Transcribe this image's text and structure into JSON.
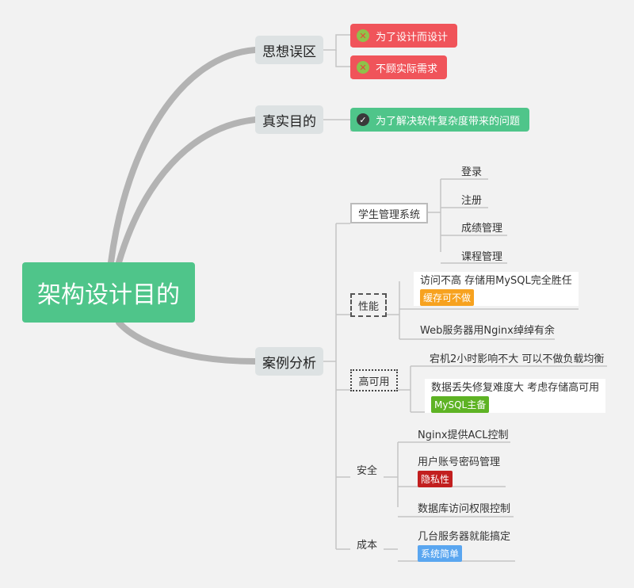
{
  "root": {
    "label": "架构设计目的"
  },
  "branches": {
    "mistakes": {
      "label": "思想误区",
      "items": [
        {
          "text": "为了设计而设计",
          "icon": "cross-icon"
        },
        {
          "text": "不顾实际需求",
          "icon": "cross-icon"
        }
      ]
    },
    "purpose": {
      "label": "真实目的",
      "items": [
        {
          "text": "为了解决软件复杂度带来的问题",
          "icon": "check-icon"
        }
      ]
    },
    "case": {
      "label": "案例分析",
      "system": {
        "label": "学生管理系统",
        "items": [
          "登录",
          "注册",
          "成绩管理",
          "课程管理"
        ]
      },
      "performance": {
        "label": "性能",
        "items": [
          {
            "text": "访问不高  存储用MySQL完全胜任",
            "tag": "缓存可不做"
          },
          {
            "text": "Web服务器用Nginx绰绰有余"
          }
        ]
      },
      "availability": {
        "label": "高可用",
        "items": [
          {
            "text": "宕机2小时影响不大 可以不做负载均衡"
          },
          {
            "text": "数据丢失修复难度大 考虑存储高可用",
            "tag": "MySQL主备"
          }
        ]
      },
      "security": {
        "label": "安全",
        "items": [
          {
            "text": "Nginx提供ACL控制"
          },
          {
            "text": "用户账号密码管理",
            "tag": "隐私性"
          },
          {
            "text": "数据库访问权限控制"
          }
        ]
      },
      "cost": {
        "label": "成本",
        "items": [
          {
            "text": "几台服务器就能搞定",
            "tag": "系统简单"
          }
        ]
      }
    }
  },
  "colors": {
    "root": "#4fc58a",
    "branch_bg": "#dde2e3",
    "pill_red": "#f0545a",
    "pill_green": "#4fc58a",
    "tag_orange": "#f7a21f",
    "tag_lime": "#5eb324",
    "tag_darkred": "#c21f1f",
    "tag_blue": "#5aa6f0"
  }
}
